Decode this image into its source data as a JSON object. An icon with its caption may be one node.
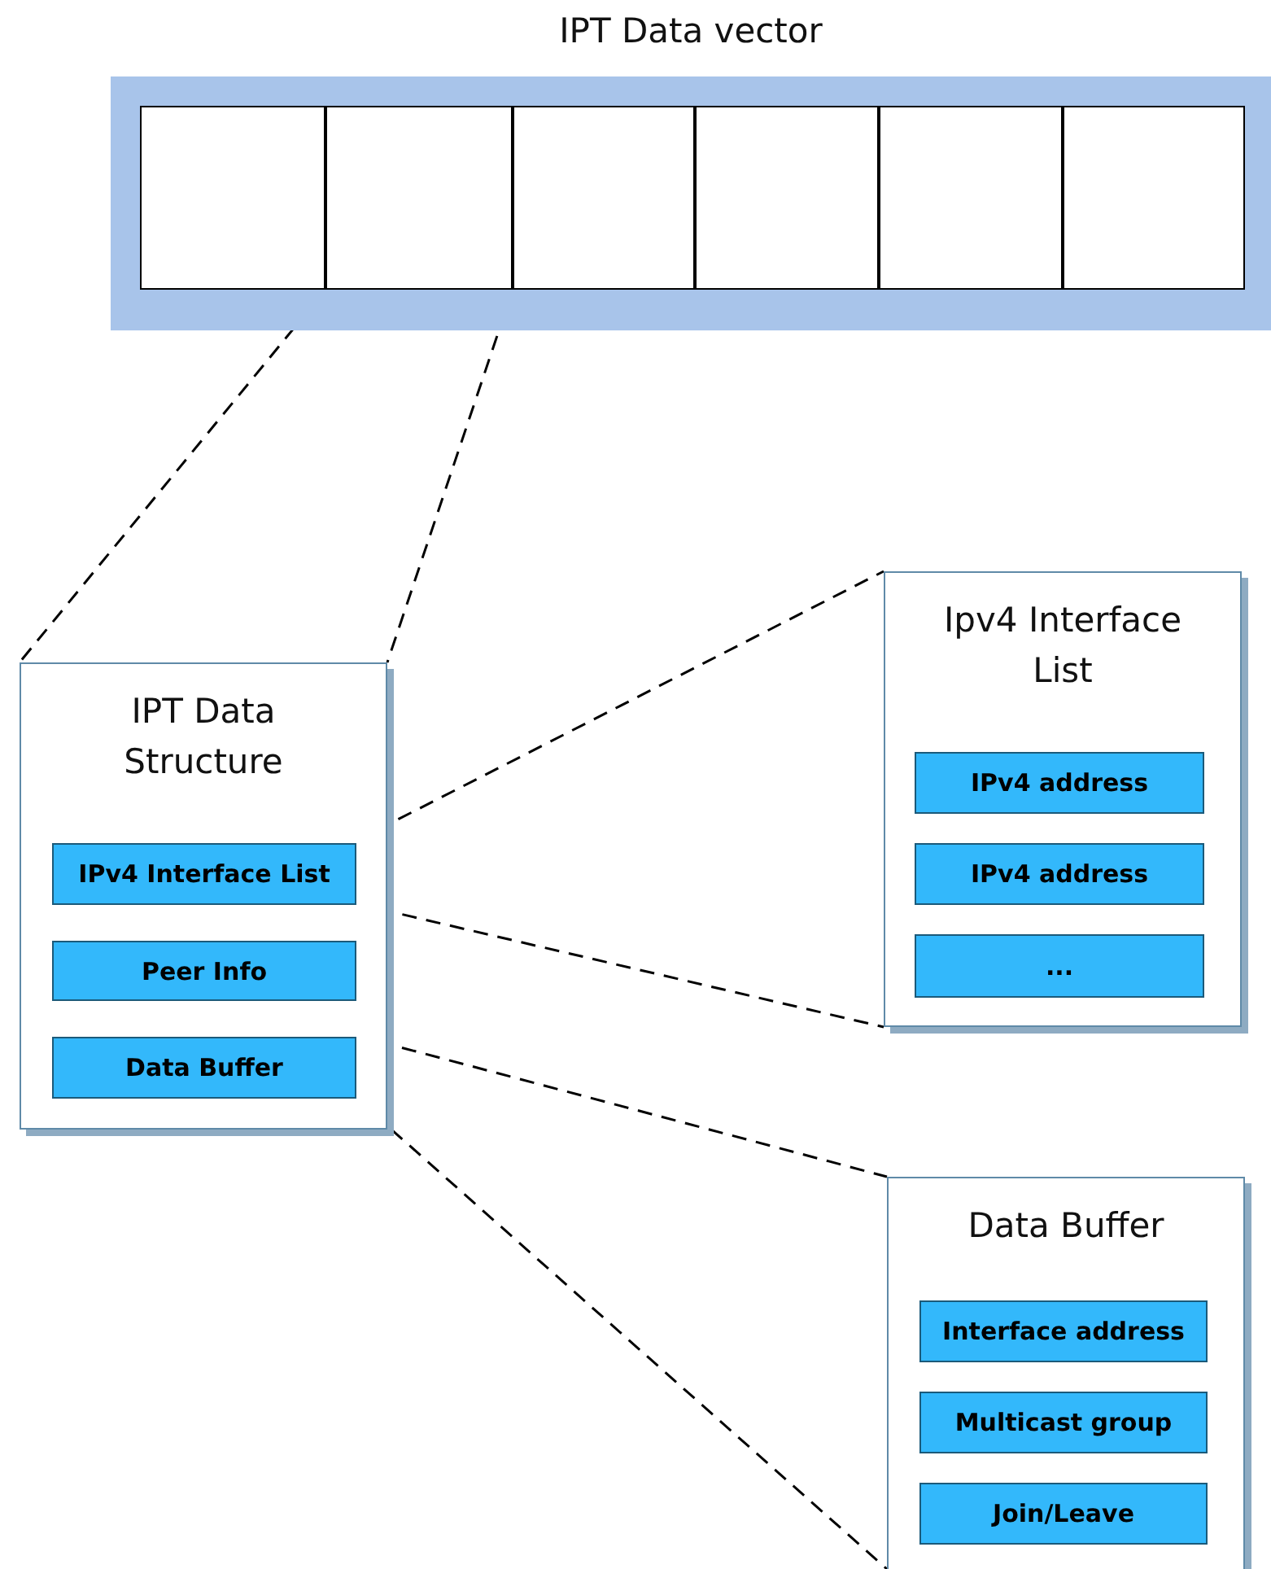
{
  "diagram": {
    "nodes": [
      {
        "text": [
          "IPT Data vector"
        ]
      },
      {
        "text": [],
        "shape": "box",
        "in": 0
      },
      {
        "text": [],
        "shape": "box",
        "in": 0
      },
      {
        "text": [],
        "shape": "box",
        "in": 0
      },
      {
        "text": [],
        "shape": "box",
        "in": 0
      },
      {
        "text": [],
        "shape": "box",
        "in": 0
      },
      {
        "text": [],
        "shape": "box",
        "in": 0
      },
      {
        "text": [
          "IPT Data Structure"
        ]
      },
      {
        "text": [
          "IPv4 Interface List"
        ],
        "in": 7
      },
      {
        "text": [
          "Peer Info"
        ],
        "in": 7
      },
      {
        "text": [
          "Data Buffer"
        ],
        "in": 7
      },
      {
        "text": [
          "Ipv4 Interface List"
        ]
      },
      {
        "text": [
          "IPv4 address"
        ],
        "in": 11
      },
      {
        "text": [
          "IPv4 address"
        ],
        "in": 11
      },
      {
        "text": [
          "..."
        ],
        "in": 11
      },
      {
        "text": [
          "Data Buffer"
        ]
      },
      {
        "text": [
          "Interface address"
        ],
        "in": 15
      },
      {
        "text": [
          "Multicast group"
        ],
        "in": 15
      },
      {
        "text": [
          "Join/Leave"
        ],
        "in": 15
      }
    ],
    "edges": [
      {
        "from": 2,
        "to": 7,
        "arrow": "none",
        "style": "dashed"
      },
      {
        "from": 2,
        "to": 7,
        "arrow": "none",
        "style": "dashed"
      },
      {
        "from": 8,
        "to": 11,
        "arrow": "none",
        "style": "dashed"
      },
      {
        "from": 8,
        "to": 11,
        "arrow": "none",
        "style": "dashed"
      },
      {
        "from": 10,
        "to": 15,
        "arrow": "none",
        "style": "dashed"
      },
      {
        "from": 10,
        "to": 15,
        "arrow": "none",
        "style": "dashed"
      }
    ]
  }
}
